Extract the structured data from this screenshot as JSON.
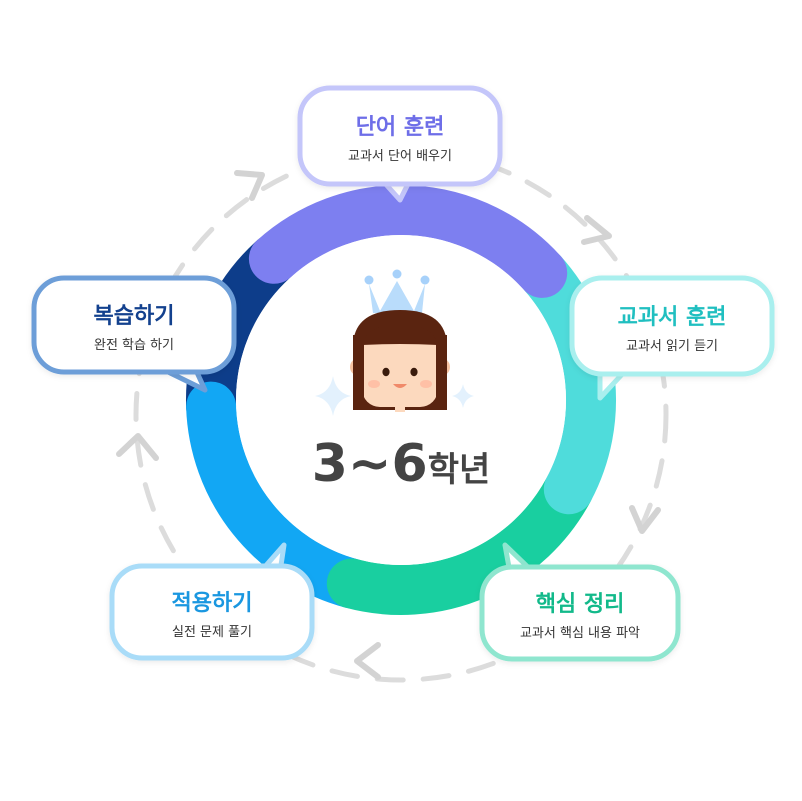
{
  "center": {
    "grade_number": "3~6",
    "grade_suffix": "학년"
  },
  "steps": [
    {
      "title": "단어 훈련",
      "subtitle": "교과서 단어 배우기",
      "color": "#7d7ff0",
      "border": "#c4c6fa",
      "text_color": "#6e6ee8"
    },
    {
      "title": "교과서 훈련",
      "subtitle": "교과서 읽기 듣기",
      "color": "#4fdcdb",
      "border": "#a9efee",
      "text_color": "#20bfc0"
    },
    {
      "title": "핵심 정리",
      "subtitle": "교과서 핵심 내용 파악",
      "color": "#19cfa0",
      "border": "#8fe6cf",
      "text_color": "#12b98a"
    },
    {
      "title": "적용하기",
      "subtitle": "실전 문제 풀기",
      "color": "#12a7f4",
      "border": "#a9dcf8",
      "text_color": "#1a97e0"
    },
    {
      "title": "복습하기",
      "subtitle": "완전 학습 하기",
      "color": "#0d3d8a",
      "border": "#6d9ed8",
      "text_color": "#13418e"
    }
  ],
  "icons": [
    "crown-icon",
    "girl-face-icon",
    "sparkle-icon",
    "cycle-arrow-icon"
  ],
  "colors": {
    "dashed_cycle": "#dcdcdc",
    "arrow": "#d6d6d6",
    "center_text": "#444444",
    "crown": "#b9dcfb",
    "hair": "#5a2410",
    "skin": "#fcd9be"
  }
}
